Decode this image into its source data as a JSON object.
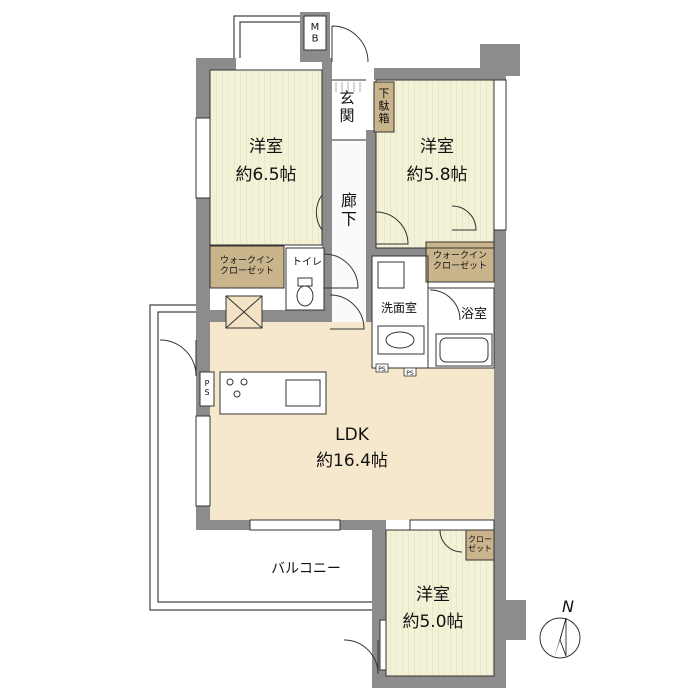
{
  "labels": {
    "mb": "M\nB",
    "genkan": "玄\n関",
    "getabako": "下\n駄\n箱",
    "roka": "廊\n下",
    "room1": {
      "name": "洋室",
      "size": "約6.5帖"
    },
    "room2": {
      "name": "洋室",
      "size": "約5.8帖"
    },
    "room3": {
      "name": "洋室",
      "size": "約5.0帖"
    },
    "ldk": {
      "name": "LDK",
      "size": "約16.4帖"
    },
    "wic1": "ウォークイン\nクローゼット",
    "wic2": "ウォークイン\nクローゼット",
    "toilet": "トイレ",
    "senmen": "洗面室",
    "yoku": "浴室",
    "closet": "クロー\nゼット",
    "balcony": "バルコニー",
    "ps1": "P\nS",
    "ps2": "PS",
    "ps3": "PS",
    "north": "N"
  },
  "colors": {
    "wall": "#8c8c8c",
    "room": "#f3f1d6",
    "ldk": "#f6e8cc",
    "closet": "#c9b48c",
    "wet": "#f7f7f7",
    "line": "#333333"
  }
}
